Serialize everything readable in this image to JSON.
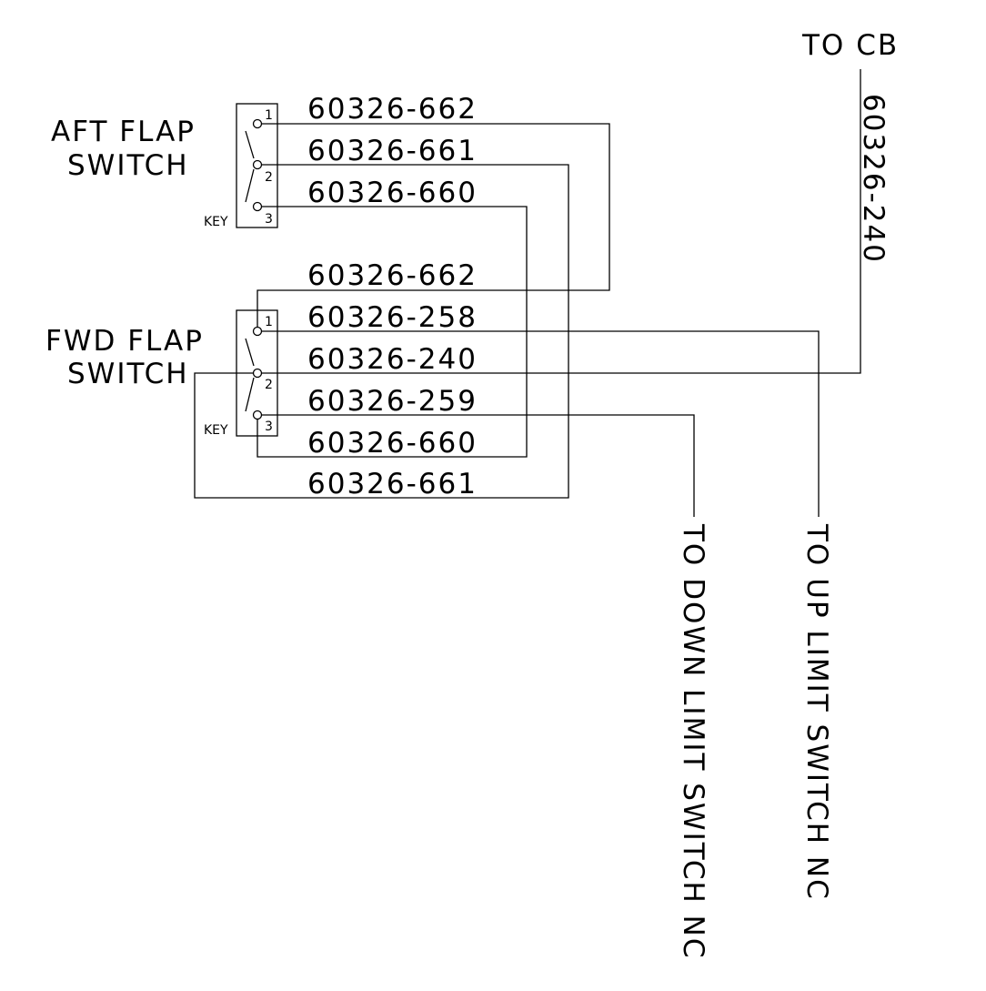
{
  "aft_switch": {
    "title_line1": "AFT FLAP",
    "title_line2": "SWITCH",
    "key_label": "KEY",
    "terminals": [
      "1",
      "2",
      "3"
    ]
  },
  "fwd_switch": {
    "title_line1": "FWD FLAP",
    "title_line2": "SWITCH",
    "key_label": "KEY",
    "terminals": [
      "1",
      "2",
      "3"
    ]
  },
  "wire_labels": {
    "aft_1": "60326-662",
    "aft_2": "60326-661",
    "aft_3": "60326-660",
    "fwd_top": "60326-662",
    "fwd_1": "60326-258",
    "fwd_2": "60326-240",
    "fwd_3": "60326-259",
    "fwd_660": "60326-660",
    "fwd_661": "60326-661",
    "cb_vertical": "60326-240"
  },
  "destinations": {
    "cb": "TO  CB",
    "down_limit": "TO DOWN LIMIT SWITCH NC",
    "up_limit": "TO UP LIMIT SWITCH NC"
  }
}
